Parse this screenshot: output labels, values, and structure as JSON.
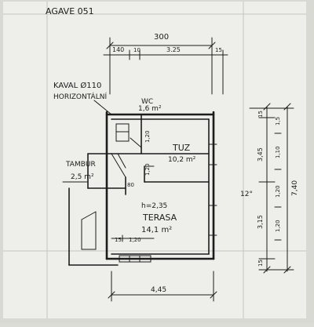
{
  "sheet": {
    "header_note": "AGAVE 051",
    "colors": {
      "paper": "#eeeeea",
      "ink": "#1c1c1c",
      "shadow": "#cfcfc8"
    }
  },
  "top_dims": {
    "total": "300",
    "segments": [
      "140",
      "10",
      "3.25",
      "15"
    ]
  },
  "notes": {
    "left_upper": "KAVAL Ø110",
    "left_lower": "HORIZONTÁLNÍ"
  },
  "rooms": {
    "wc": {
      "name": "WC",
      "area": "1,6 m²"
    },
    "tuz": {
      "name": "TUZ",
      "area": "10,2 m²"
    },
    "tambur": {
      "name": "TAMBUR",
      "area": "2,5 m²"
    },
    "terasa": {
      "height": "h=2,35",
      "name": "TERASA",
      "area": "14,1 m²"
    }
  },
  "inner_dims": {
    "wc_h": "1,20",
    "tuz_door": "1,20",
    "stair": "80",
    "small": "15",
    "bottom": "1,20",
    "angle": "12°"
  },
  "right_dims": {
    "outer_total": "7,40",
    "outer_parts": [
      "15",
      "3,45",
      "3,15",
      "15"
    ],
    "inner_parts": [
      "1,5",
      "1,10",
      "1,20",
      "1,20"
    ]
  },
  "bottom_dims": {
    "width": "4,45"
  }
}
